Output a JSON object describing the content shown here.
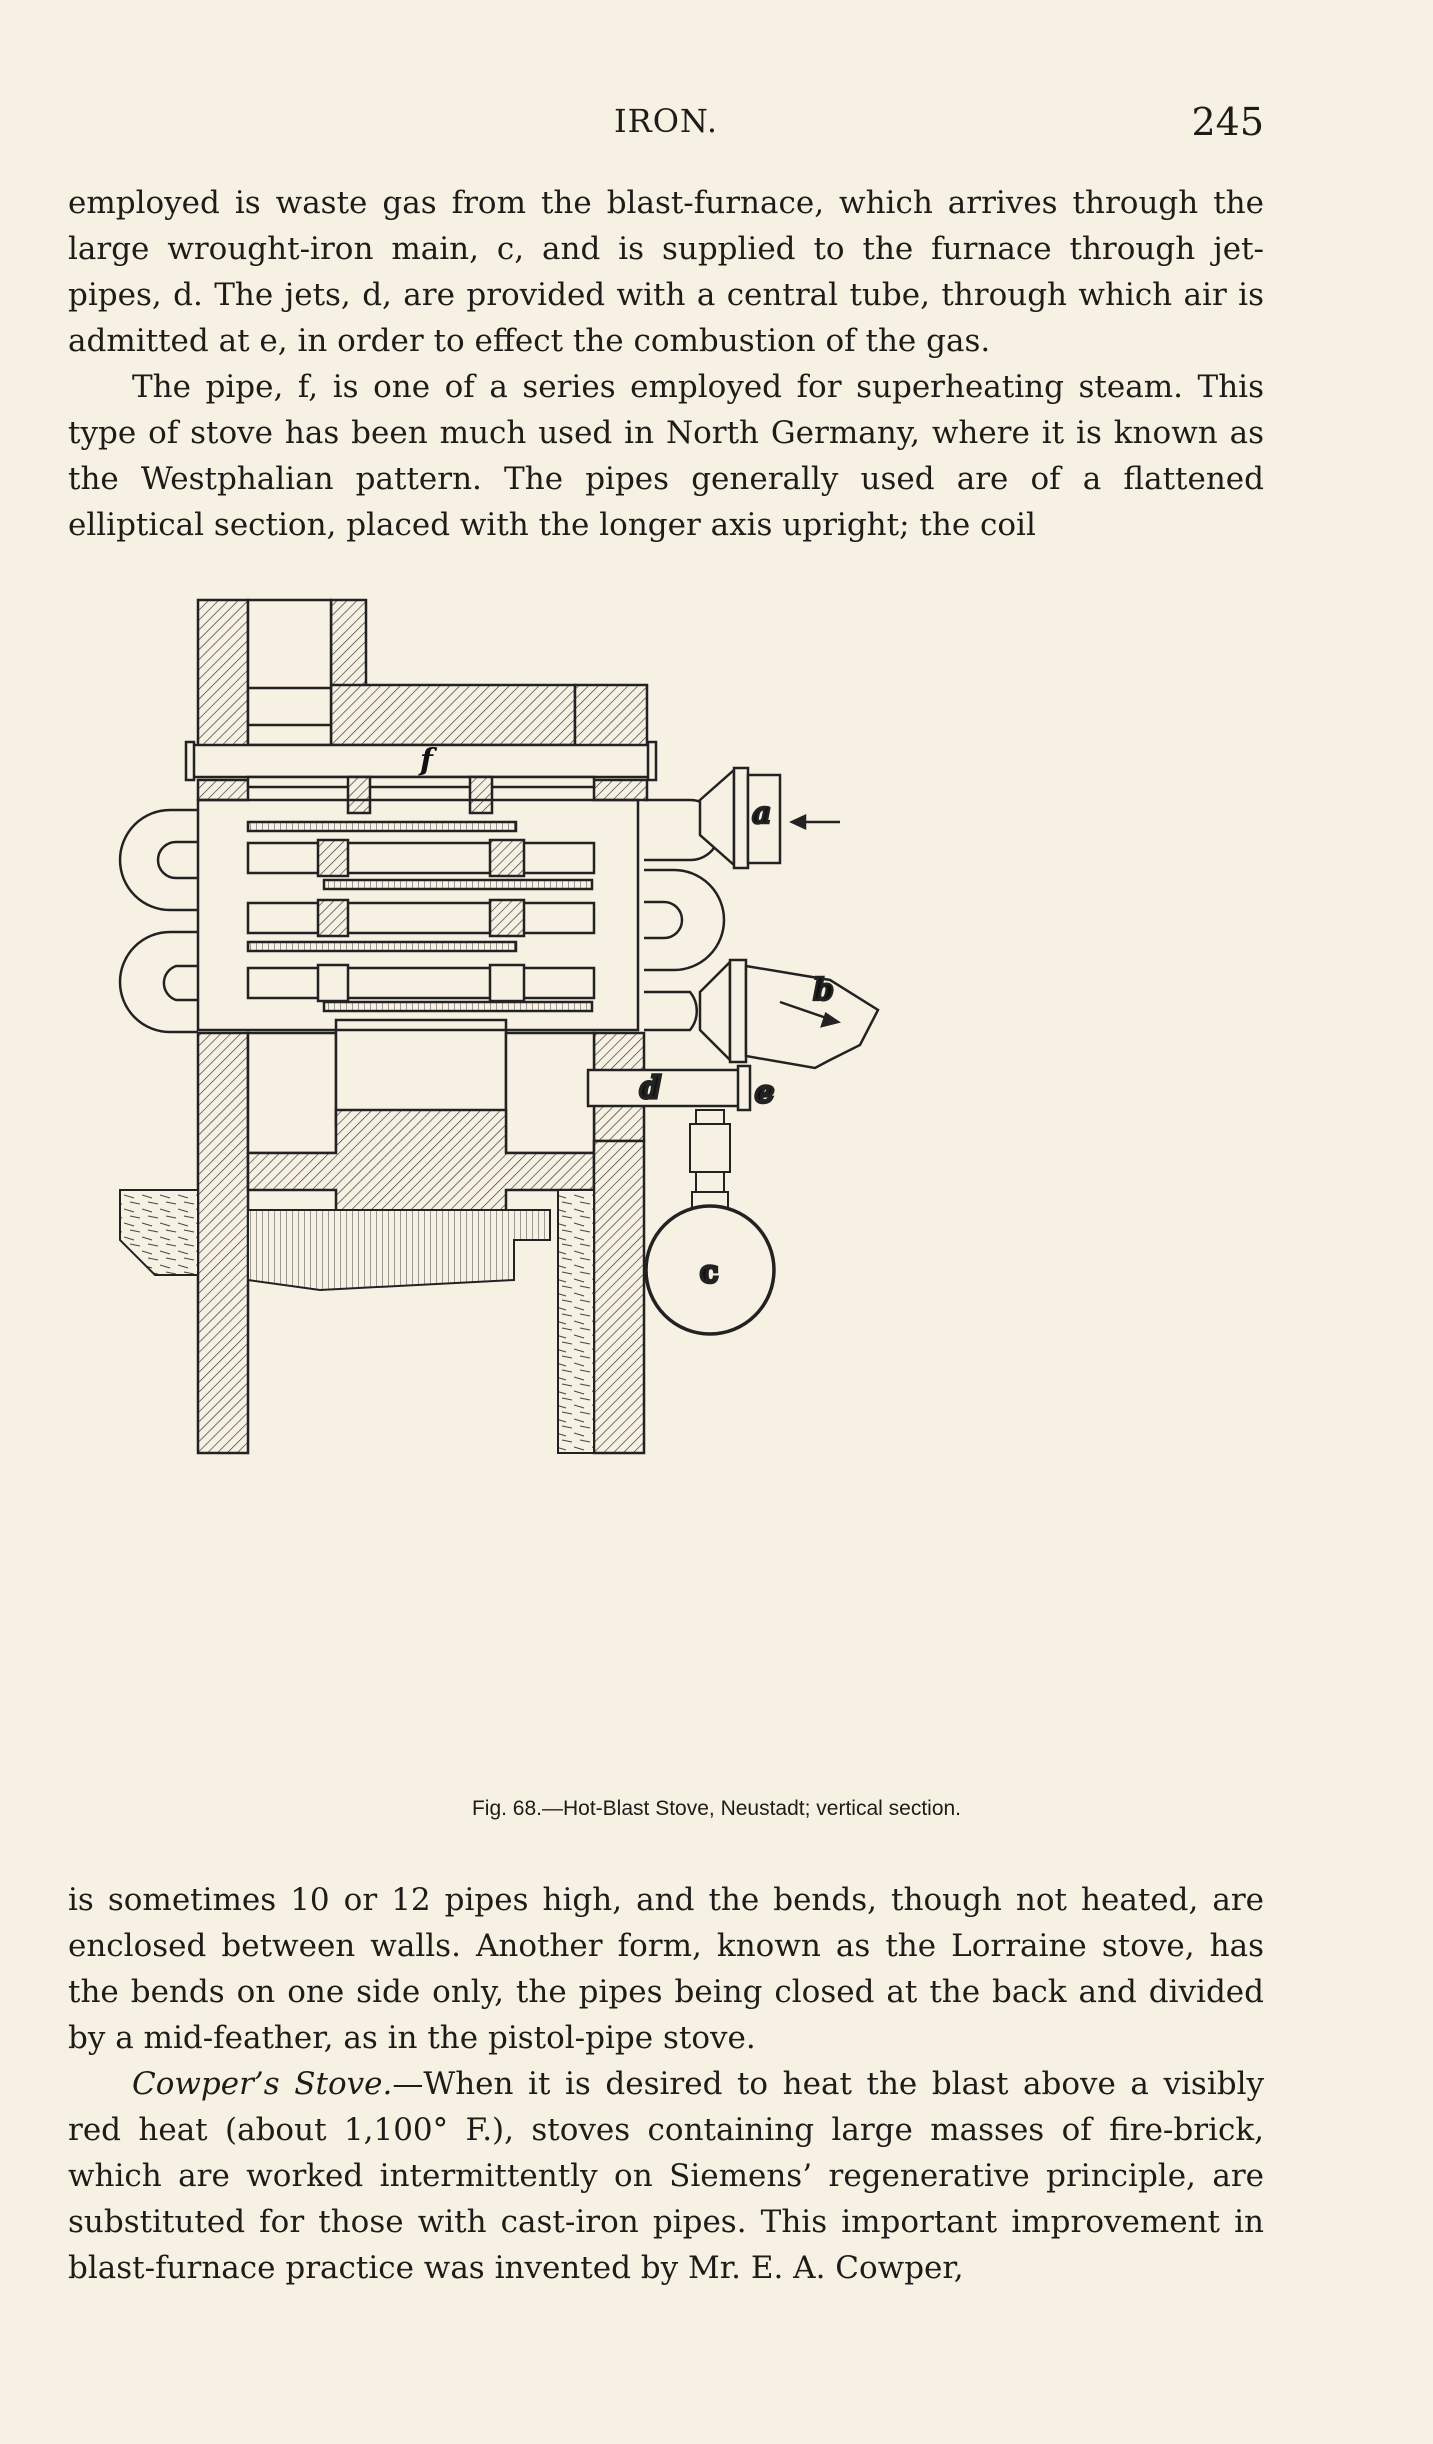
{
  "header": {
    "running_head": "IRON.",
    "page_number": "245"
  },
  "top_paragraphs": [
    "employed is waste gas from the blast-furnace, which arrives through the large wrought-iron main, c, and is supplied to the furnace through jet-pipes, d. The jets, d, are provided with a central tube, through which air is admitted at e, in order to effect the combustion of the gas.",
    "The pipe, f, is one of a series employed for superheating steam. This type of stove has been much used in North Germany, where it is known as the Westphalian pattern. The pipes generally used are of a flattened elliptical section, placed with the longer axis upright; the coil"
  ],
  "figure": {
    "caption": "Fig. 68.—Hot-Blast Stove, Neustadt; vertical section.",
    "labels": {
      "a": "a",
      "b": "b",
      "c": "c",
      "d": "d",
      "e": "e",
      "f": "f"
    }
  },
  "bottom_paragraphs": {
    "p1": "is sometimes 10 or 12 pipes high, and the bends, though not heated, are enclosed between walls. Another form, known as the Lorraine stove, has the bends on one side only, the pipes being closed at the back and divided by a mid-feather, as in the pistol-pipe stove.",
    "p2_title": "Cowper’s Stove.",
    "p2_rest": "—When it is desired to heat the blast above a visibly red heat (about 1,100° F.), stoves containing large masses of fire-brick, which are worked intermittently on Siemens’ regenerative principle, are substituted for those with cast-iron pipes. This important improvement in blast-furnace practice was invented by Mr. E. A. Cowper,"
  }
}
